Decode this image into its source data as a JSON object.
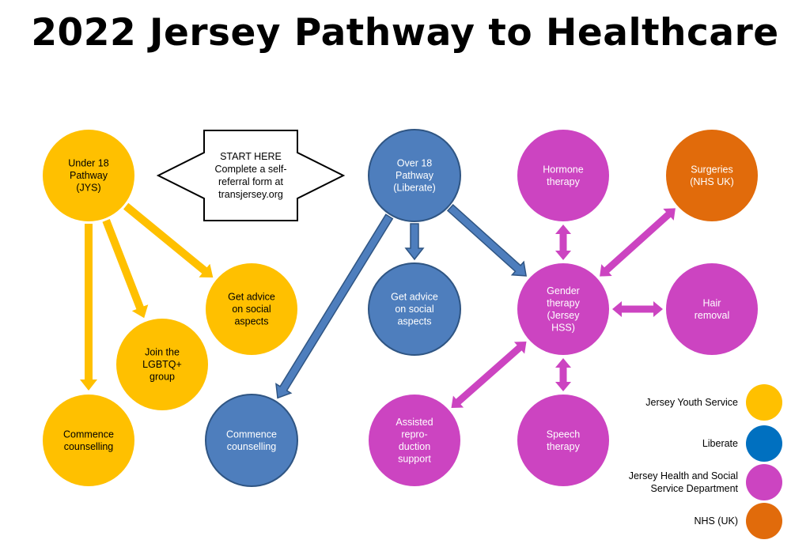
{
  "title": "2022 Jersey Pathway to Healthcare",
  "colors": {
    "jys": "#ffc000",
    "liberate_node": "#4e7ebd",
    "liberate_node_stroke": "#2f5583",
    "liberate_legend": "#0070c0",
    "hss": "#cc44c1",
    "nhs": "#e16b0b",
    "start_box_stroke": "#000000"
  },
  "start_box": {
    "lines": [
      "START HERE",
      "Complete a self-",
      "referral form at",
      "transjersey.org"
    ]
  },
  "nodes": {
    "under18": {
      "lines": [
        "Under 18",
        "Pathway",
        "(JYS)"
      ],
      "group": "jys"
    },
    "jys_advice": {
      "lines": [
        "Get advice",
        "on social",
        "aspects"
      ],
      "group": "jys"
    },
    "jys_lgbtq": {
      "lines": [
        "Join the",
        "LGBTQ+",
        "group"
      ],
      "group": "jys"
    },
    "jys_counselling": {
      "lines": [
        "Commence",
        "counselling"
      ],
      "group": "jys"
    },
    "over18": {
      "lines": [
        "Over 18",
        "Pathway",
        "(Liberate)"
      ],
      "group": "liberate"
    },
    "lib_advice": {
      "lines": [
        "Get advice",
        "on social",
        "aspects"
      ],
      "group": "liberate"
    },
    "lib_counselling": {
      "lines": [
        "Commence",
        "counselling"
      ],
      "group": "liberate"
    },
    "hormone": {
      "lines": [
        "Hormone",
        "therapy"
      ],
      "group": "hss"
    },
    "surgeries": {
      "lines": [
        "Surgeries",
        "(NHS UK)"
      ],
      "group": "nhs"
    },
    "gender": {
      "lines": [
        "Gender",
        "therapy",
        "(Jersey",
        "HSS)"
      ],
      "group": "hss"
    },
    "hair": {
      "lines": [
        "Hair",
        "removal"
      ],
      "group": "hss"
    },
    "assisted": {
      "lines": [
        "Assisted",
        "repro-",
        "duction",
        "support"
      ],
      "group": "hss"
    },
    "speech": {
      "lines": [
        "Speech",
        "therapy"
      ],
      "group": "hss"
    }
  },
  "edges": [
    {
      "from": "under18",
      "to": "jys_counselling",
      "type": "one-way",
      "group": "jys"
    },
    {
      "from": "under18",
      "to": "jys_lgbtq",
      "type": "one-way",
      "group": "jys"
    },
    {
      "from": "under18",
      "to": "jys_advice",
      "type": "one-way",
      "group": "jys"
    },
    {
      "from": "over18",
      "to": "lib_advice",
      "type": "one-way",
      "group": "liberate"
    },
    {
      "from": "over18",
      "to": "lib_counselling",
      "type": "one-way",
      "group": "liberate"
    },
    {
      "from": "over18",
      "to": "gender",
      "type": "one-way",
      "group": "liberate"
    },
    {
      "from": "gender",
      "to": "hormone",
      "type": "two-way",
      "group": "hss"
    },
    {
      "from": "gender",
      "to": "surgeries",
      "type": "two-way",
      "group": "hss"
    },
    {
      "from": "gender",
      "to": "hair",
      "type": "two-way",
      "group": "hss"
    },
    {
      "from": "gender",
      "to": "assisted",
      "type": "two-way",
      "group": "hss"
    },
    {
      "from": "gender",
      "to": "speech",
      "type": "two-way",
      "group": "hss"
    }
  ],
  "legend": [
    {
      "lines": [
        "Jersey Youth Service"
      ],
      "group": "jys"
    },
    {
      "lines": [
        "Liberate"
      ],
      "group": "liberate_legend"
    },
    {
      "lines": [
        "Jersey Health and Social",
        "Service Department"
      ],
      "group": "hss"
    },
    {
      "lines": [
        "NHS (UK)"
      ],
      "group": "nhs"
    }
  ]
}
